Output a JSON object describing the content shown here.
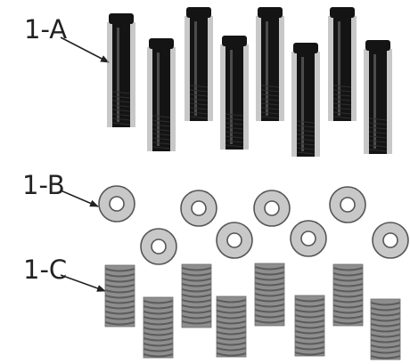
{
  "labels": {
    "bolts": "1-A",
    "washers": "1-B",
    "springs": "1-C"
  },
  "counts": {
    "bolts": 8,
    "washers": 8,
    "springs": 8
  },
  "colors": {
    "bolt_dark": "#141414",
    "bolt_highlight": "#5a5a5a",
    "bolt_backdrop": "#9a9a9a",
    "washer_fill": "#c8c8c8",
    "washer_stroke": "#555555",
    "spring_fill": "#8e8e8e",
    "spring_coil": "#5c5c5c",
    "leader_line": "#222222"
  }
}
